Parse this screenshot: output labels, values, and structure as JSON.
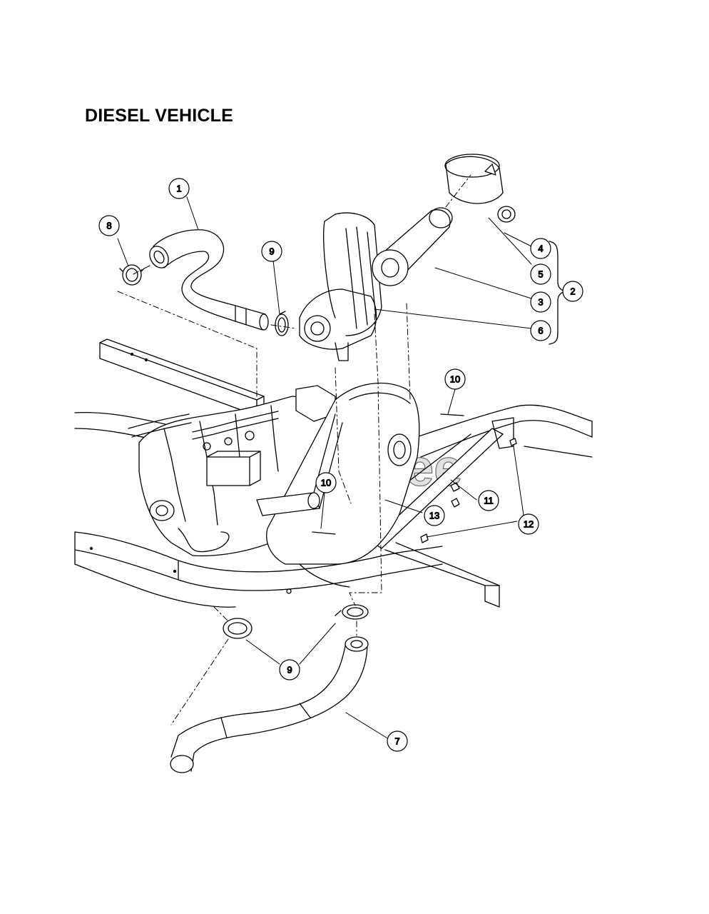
{
  "title": "DIESEL VEHICLE",
  "watermark": "PartsTree",
  "callouts": [
    {
      "id": "c1",
      "label": "1"
    },
    {
      "id": "c2",
      "label": "2"
    },
    {
      "id": "c3",
      "label": "3"
    },
    {
      "id": "c4",
      "label": "4"
    },
    {
      "id": "c5",
      "label": "5"
    },
    {
      "id": "c6",
      "label": "6"
    },
    {
      "id": "c7",
      "label": "7"
    },
    {
      "id": "c8",
      "label": "8"
    },
    {
      "id": "c9a",
      "label": "9"
    },
    {
      "id": "c9b",
      "label": "9"
    },
    {
      "id": "c10a",
      "label": "10"
    },
    {
      "id": "c10b",
      "label": "10"
    },
    {
      "id": "c11",
      "label": "11"
    },
    {
      "id": "c12",
      "label": "12"
    },
    {
      "id": "c13",
      "label": "13"
    }
  ],
  "colors": {
    "ink": "#000000",
    "watermark": "#c9c9c9"
  }
}
